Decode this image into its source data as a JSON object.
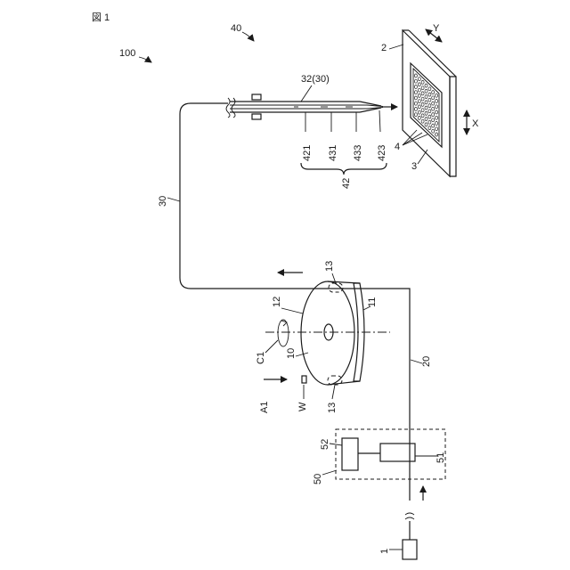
{
  "figure": {
    "title": "図 1"
  },
  "labels": {
    "system": "100",
    "device": "40",
    "stage": "2",
    "pipe_main": "32(30)",
    "pipe": "30",
    "seg_421": "421",
    "seg_431": "431",
    "seg_433": "433",
    "seg_423": "423",
    "nozzle_group": "42",
    "plate": "3",
    "wells": "4",
    "axis_y": "Y",
    "axis_x": "X",
    "disk_side": "11",
    "disk_top": "12",
    "holder_top": "13",
    "holder_bottom": "13",
    "disk": "10",
    "rotation": "C1",
    "flow_in": "A1",
    "workpiece": "W",
    "line_20": "20",
    "unit_50": "50",
    "unit_51": "51",
    "unit_52": "52",
    "source": "1"
  }
}
